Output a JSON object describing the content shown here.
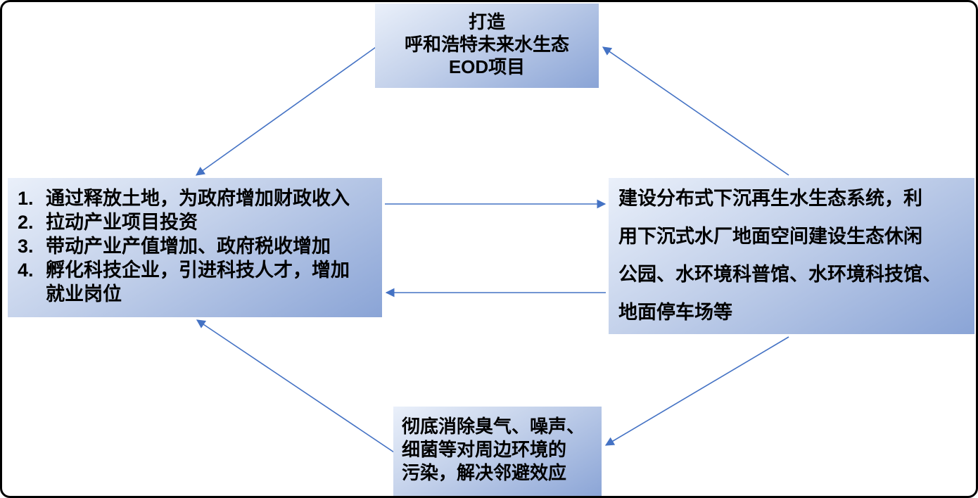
{
  "colors": {
    "arrow": "#4472C4",
    "box_gradient_light": "#EAF0FA",
    "box_gradient_dark": "#8AA4D6",
    "text": "#000000",
    "background": "#FFFFFF",
    "canvas_border": "#000000"
  },
  "diagram": {
    "top_box": {
      "lines": [
        "打造",
        "呼和浩特未来水生态",
        "EOD项目"
      ]
    },
    "left_box": {
      "items": [
        {
          "num": "1.",
          "text": "通过释放土地，为政府增加财政收入"
        },
        {
          "num": "2.",
          "text": "拉动产业项目投资"
        },
        {
          "num": "3.",
          "text": "带动产业产值增加、政府税收增加"
        },
        {
          "num": "4.",
          "text": "孵化科技企业，引进科技人才，增加就业岗位"
        }
      ]
    },
    "right_box": {
      "lines": [
        "建设分布式下沉再生水生态系统，利",
        "用下沉式水厂地面空间建设生态休闲",
        "公园、水环境科普馆、水环境科技馆、",
        "地面停车场等"
      ]
    },
    "bottom_box": {
      "lines": [
        "彻底消除臭气、噪声、",
        "细菌等对周边环境的",
        "污染，解决邻避效应"
      ]
    },
    "arrows": [
      {
        "from": "top-box",
        "to": "left-box"
      },
      {
        "from": "right-box",
        "to": "top-box"
      },
      {
        "from": "left-box",
        "to": "right-box"
      },
      {
        "from": "right-box",
        "to": "left-box"
      },
      {
        "from": "bottom-box",
        "to": "left-box"
      },
      {
        "from": "right-box",
        "to": "bottom-box"
      }
    ]
  }
}
